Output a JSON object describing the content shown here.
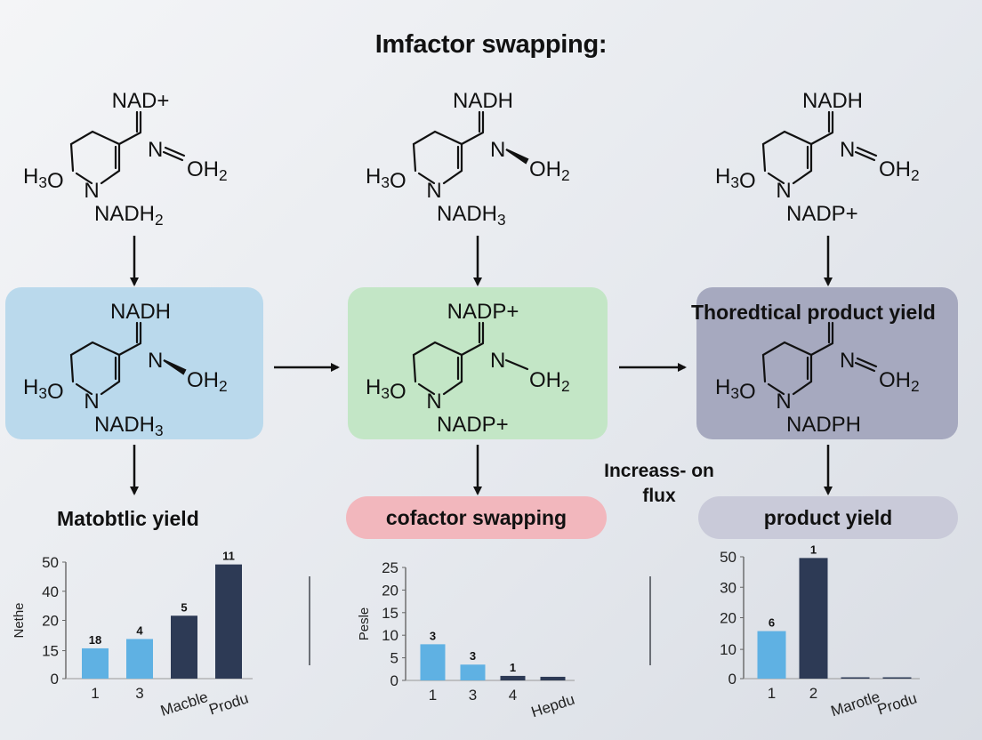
{
  "title": "Imfactor swapping:",
  "molecules": {
    "m1": {
      "top": "NAD+",
      "bottom": "NADH2",
      "substituent": "OH2",
      "left": "H3O",
      "ring_n": "N",
      "side_n": "N",
      "bond": "double"
    },
    "m2": {
      "top": "NADH",
      "bottom": "NADH3",
      "substituent": "OH2",
      "left": "H3O",
      "ring_n": "N",
      "side_n": "N",
      "bond": "wedge"
    },
    "m3": {
      "top": "NADH",
      "bottom": "NADP+",
      "substituent": "OH2",
      "left": "H3O",
      "ring_n": "N",
      "side_n": "N",
      "bond": "double"
    },
    "m4": {
      "top": "NADH",
      "bottom": "NADH3",
      "substituent": "OH2",
      "left": "H3O",
      "ring_n": "N",
      "side_n": "N",
      "bond": "wedge"
    },
    "m5": {
      "top": "NADP+",
      "bottom": "NADP+",
      "substituent": "OH2",
      "left": "H3O",
      "ring_n": "N",
      "side_n": "N",
      "bond": "single"
    },
    "m6": {
      "top": "",
      "bottom": "NADPH",
      "substituent": "OH2",
      "left": "H3O",
      "ring_n": "N",
      "side_n": "N",
      "bond": "double"
    }
  },
  "box3_heading": "Thoredtical product yield",
  "labels": {
    "yield_left": "Matobtlic yield",
    "swap_middle": "cofactor swapping",
    "yield_right": "product yield",
    "flux_line1": "Increass- on",
    "flux_line2": "flux"
  },
  "colors": {
    "box_blue": "#bad9ec",
    "box_green": "#c3e6c6",
    "box_purple": "#a6a9bf",
    "pill_red": "#f2b7bd",
    "pill_purple": "#c9cad9",
    "bar_light": "#5fb1e3",
    "bar_dark": "#2d3a55"
  },
  "chart_data": [
    {
      "type": "bar",
      "ylabel": "Nethe",
      "ytick_labels": [
        "50",
        "40",
        "20",
        "15",
        "0"
      ],
      "ylim": [
        0,
        50
      ],
      "categories": [
        "1",
        "3",
        "Macble",
        "Produ"
      ],
      "values": [
        13,
        17,
        27,
        49
      ],
      "data_labels": [
        "18",
        "4",
        "5",
        "11"
      ],
      "bar_colors": [
        "light",
        "light",
        "dark",
        "dark"
      ]
    },
    {
      "type": "bar",
      "ylabel": "Pesle",
      "ytick_labels": [
        "25",
        "20",
        "15",
        "10",
        "5",
        "0"
      ],
      "ylim": [
        0,
        25
      ],
      "categories": [
        "1",
        "3",
        "4",
        "Hepdu"
      ],
      "values": [
        8,
        3.5,
        1,
        0.8
      ],
      "data_labels": [
        "3",
        "3",
        "1",
        ""
      ],
      "bar_colors": [
        "light",
        "light",
        "dark",
        "dark"
      ]
    },
    {
      "type": "bar",
      "ylabel": "",
      "ytick_labels": [
        "50",
        "30",
        "20",
        "10",
        "0"
      ],
      "ylim": [
        0,
        50
      ],
      "categories": [
        "1",
        "2",
        "Marotle",
        "Produ"
      ],
      "values": [
        19.5,
        49.5,
        0.3,
        0.2
      ],
      "data_labels": [
        "6",
        "1",
        "",
        ""
      ],
      "bar_colors": [
        "light",
        "dark",
        "dark",
        "dark"
      ]
    }
  ]
}
